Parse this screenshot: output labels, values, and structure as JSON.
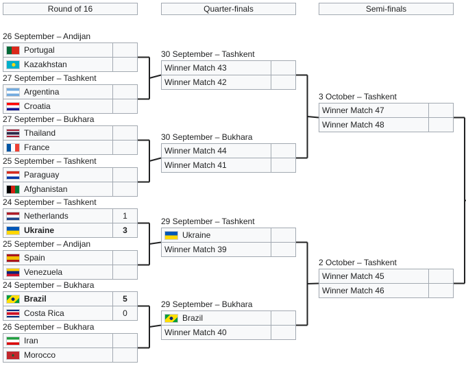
{
  "rounds": [
    "Round of 16",
    "Quarter-finals",
    "Semi-finals"
  ],
  "r16": [
    {
      "date": "26 September – Andijan",
      "teams": [
        {
          "name": "Portugal",
          "flag": "portugal",
          "score": "",
          "winner": false
        },
        {
          "name": "Kazakhstan",
          "flag": "kazakhstan",
          "score": "",
          "winner": false
        }
      ]
    },
    {
      "date": "27 September – Tashkent",
      "teams": [
        {
          "name": "Argentina",
          "flag": "argentina",
          "score": "",
          "winner": false
        },
        {
          "name": "Croatia",
          "flag": "croatia",
          "score": "",
          "winner": false
        }
      ]
    },
    {
      "date": "27 September – Bukhara",
      "teams": [
        {
          "name": "Thailand",
          "flag": "thailand",
          "score": "",
          "winner": false
        },
        {
          "name": "France",
          "flag": "france",
          "score": "",
          "winner": false
        }
      ]
    },
    {
      "date": "25 September – Tashkent",
      "teams": [
        {
          "name": "Paraguay",
          "flag": "paraguay",
          "score": "",
          "winner": false
        },
        {
          "name": "Afghanistan",
          "flag": "afghanistan",
          "score": "",
          "winner": false
        }
      ]
    },
    {
      "date": "24 September – Tashkent",
      "teams": [
        {
          "name": "Netherlands",
          "flag": "netherlands",
          "score": "1",
          "winner": false
        },
        {
          "name": "Ukraine",
          "flag": "ukraine",
          "score": "3",
          "winner": true
        }
      ]
    },
    {
      "date": "25 September – Andijan",
      "teams": [
        {
          "name": "Spain",
          "flag": "spain",
          "score": "",
          "winner": false
        },
        {
          "name": "Venezuela",
          "flag": "venezuela",
          "score": "",
          "winner": false
        }
      ]
    },
    {
      "date": "24 September – Bukhara",
      "teams": [
        {
          "name": "Brazil",
          "flag": "brazil",
          "score": "5",
          "winner": true
        },
        {
          "name": "Costa Rica",
          "flag": "costarica",
          "score": "0",
          "winner": false
        }
      ]
    },
    {
      "date": "26 September – Bukhara",
      "teams": [
        {
          "name": "Iran",
          "flag": "iran",
          "score": "",
          "winner": false
        },
        {
          "name": "Morocco",
          "flag": "morocco",
          "score": "",
          "winner": false
        }
      ]
    }
  ],
  "qf": [
    {
      "date": "30 September – Tashkent",
      "teams": [
        {
          "name": "Winner Match 43",
          "flag": "",
          "score": ""
        },
        {
          "name": "Winner Match 42",
          "flag": "",
          "score": ""
        }
      ]
    },
    {
      "date": "30 September – Bukhara",
      "teams": [
        {
          "name": "Winner Match 44",
          "flag": "",
          "score": ""
        },
        {
          "name": "Winner Match 41",
          "flag": "",
          "score": ""
        }
      ]
    },
    {
      "date": "29 September – Tashkent",
      "teams": [
        {
          "name": "Ukraine",
          "flag": "ukraine",
          "score": ""
        },
        {
          "name": "Winner Match 39",
          "flag": "",
          "score": ""
        }
      ]
    },
    {
      "date": "29 September – Bukhara",
      "teams": [
        {
          "name": "Brazil",
          "flag": "brazil",
          "score": ""
        },
        {
          "name": "Winner Match 40",
          "flag": "",
          "score": ""
        }
      ]
    }
  ],
  "sf": [
    {
      "date": "3 October – Tashkent",
      "teams": [
        {
          "name": "Winner Match 47",
          "flag": "",
          "score": ""
        },
        {
          "name": "Winner Match 48",
          "flag": "",
          "score": ""
        }
      ]
    },
    {
      "date": "2 October – Tashkent",
      "teams": [
        {
          "name": "Winner Match 45",
          "flag": "",
          "score": ""
        },
        {
          "name": "Winner Match 46",
          "flag": "",
          "score": ""
        }
      ]
    }
  ]
}
